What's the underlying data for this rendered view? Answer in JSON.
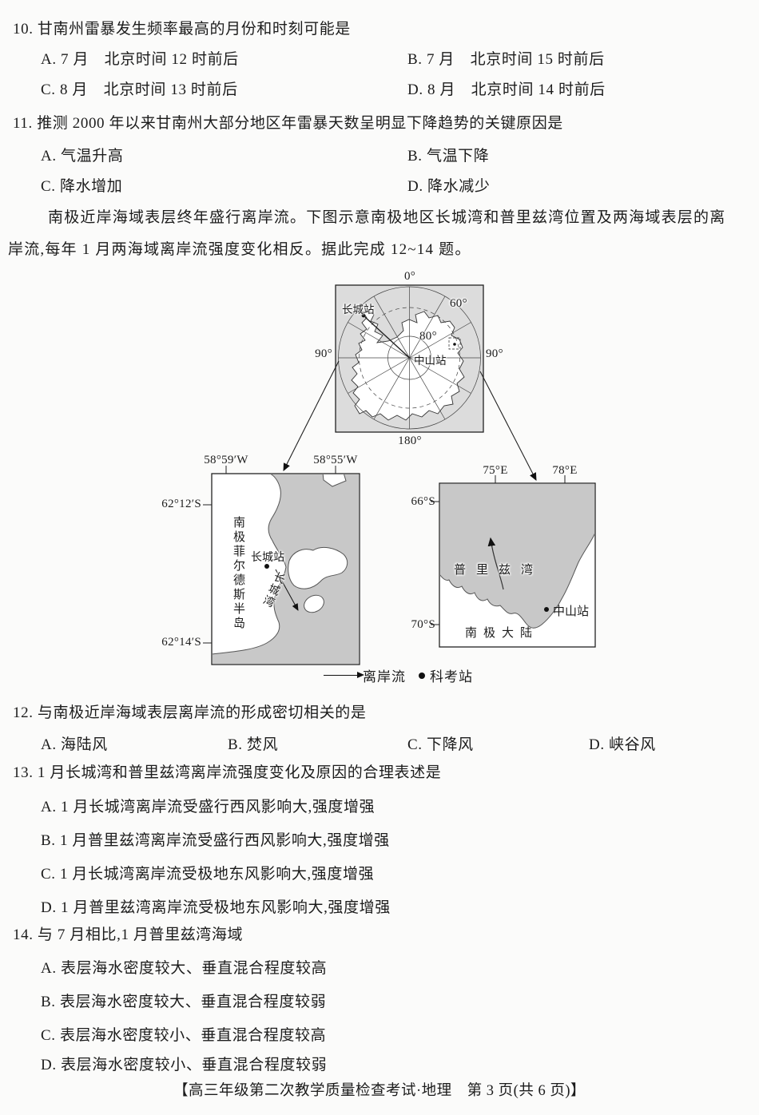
{
  "questions": {
    "q10": {
      "stem": "10. 甘南州雷暴发生频率最高的月份和时刻可能是",
      "a": "A. 7 月　北京时间 12 时前后",
      "b": "B. 7 月　北京时间 15 时前后",
      "c": "C. 8 月　北京时间 13 时前后",
      "d": "D. 8 月　北京时间 14 时前后"
    },
    "q11": {
      "stem": "11. 推测 2000 年以来甘南州大部分地区年雷暴天数呈明显下降趋势的关键原因是",
      "a": "A. 气温升高",
      "b": "B. 气温下降",
      "c": "C. 降水增加",
      "d": "D. 降水减少"
    },
    "q12": {
      "stem": "12. 与南极近岸海域表层离岸流的形成密切相关的是",
      "a": "A. 海陆风",
      "b": "B. 焚风",
      "c": "C. 下降风",
      "d": "D. 峡谷风"
    },
    "q13": {
      "stem": "13. 1 月长城湾和普里兹湾离岸流强度变化及原因的合理表述是",
      "a": "A. 1 月长城湾离岸流受盛行西风影响大,强度增强",
      "b": "B. 1 月普里兹湾离岸流受盛行西风影响大,强度增强",
      "c": "C. 1 月长城湾离岸流受极地东风影响大,强度增强",
      "d": "D. 1 月普里兹湾离岸流受极地东风影响大,强度增强"
    },
    "q14": {
      "stem": "14. 与 7 月相比,1 月普里兹湾海域",
      "a": "A. 表层海水密度较大、垂直混合程度较高",
      "b": "B. 表层海水密度较大、垂直混合程度较弱",
      "c": "C. 表层海水密度较小、垂直混合程度较高",
      "d": "D. 表层海水密度较小、垂直混合程度较弱"
    }
  },
  "passage": {
    "line1": "南极近岸海域表层终年盛行离岸流。下图示意南极地区长城湾和普里兹湾位置及两海域表层的离",
    "line2": "岸流,每年 1 月两海域离岸流强度变化相反。据此完成 12~14 题。"
  },
  "figure": {
    "polar": {
      "top": "0°",
      "bottom": "180°",
      "left": "90°",
      "right": "90°",
      "lat60": "60°",
      "lat80": "80°",
      "station_gw": "长城站",
      "station_zs": "中山站"
    },
    "left_map": {
      "lon1": "58°59′W",
      "lon2": "58°55′W",
      "lat1": "62°12′S",
      "lat2": "62°14′S",
      "peninsula": "南极菲尔德斯半岛",
      "station": "长城站",
      "bay": "长城湾"
    },
    "right_map": {
      "lon1": "75°E",
      "lon2": "78°E",
      "lat1": "66°S",
      "lat2": "70°S",
      "bay": "普里兹湾",
      "station": "中山站",
      "continent": "南极大陆"
    },
    "legend": {
      "current": "离岸流",
      "station": "科考站"
    }
  },
  "footer": "【高三年级第二次教学质量检查考试·地理　第 3 页(共 6 页)】",
  "colors": {
    "sea": "#c8c8c8",
    "polar_sea": "#dcdcdc",
    "ink": "#1c1c1c"
  }
}
